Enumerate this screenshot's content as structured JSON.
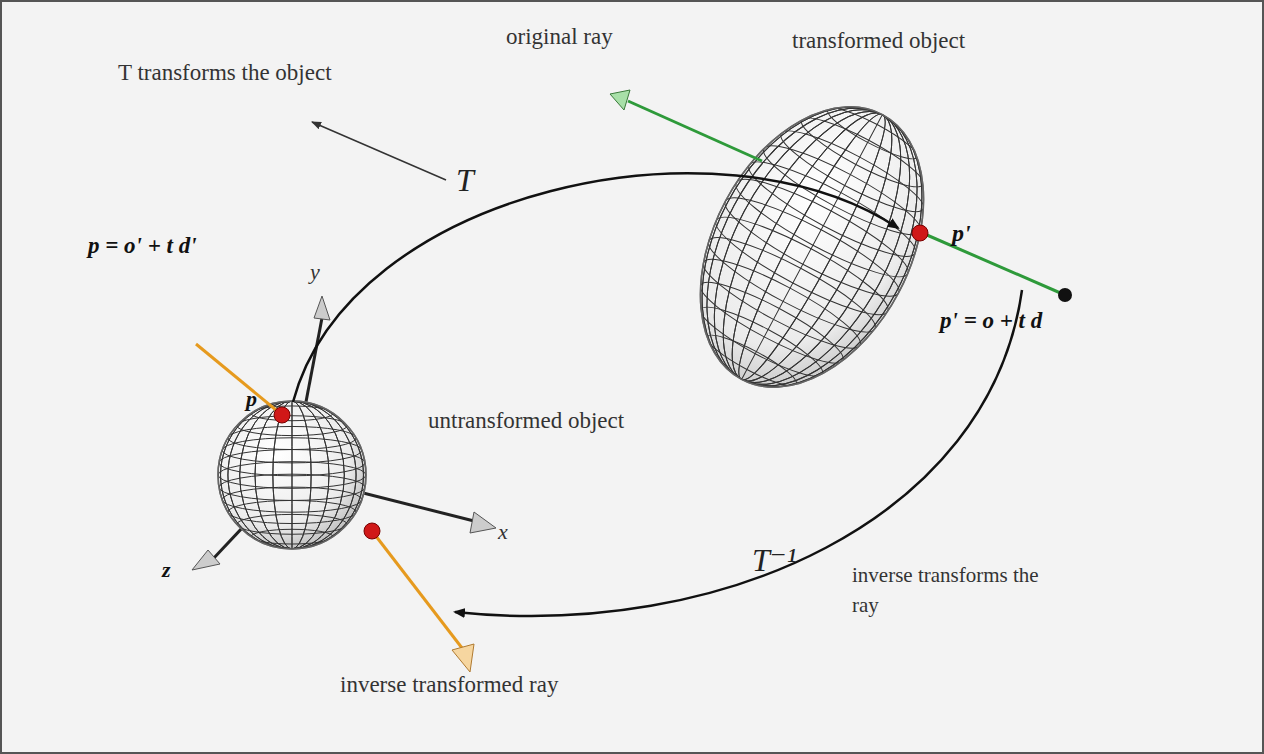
{
  "diagram": {
    "labels": [
      "original ray",
      "transformed object",
      "T transforms the object",
      "T",
      "p'",
      "p' = o + t d",
      "y",
      "p = o' + t d'",
      "p",
      "untransformed object",
      "x",
      "z",
      "T⁻¹",
      "inverse transforms the ray",
      "inverse transformed ray"
    ]
  }
}
